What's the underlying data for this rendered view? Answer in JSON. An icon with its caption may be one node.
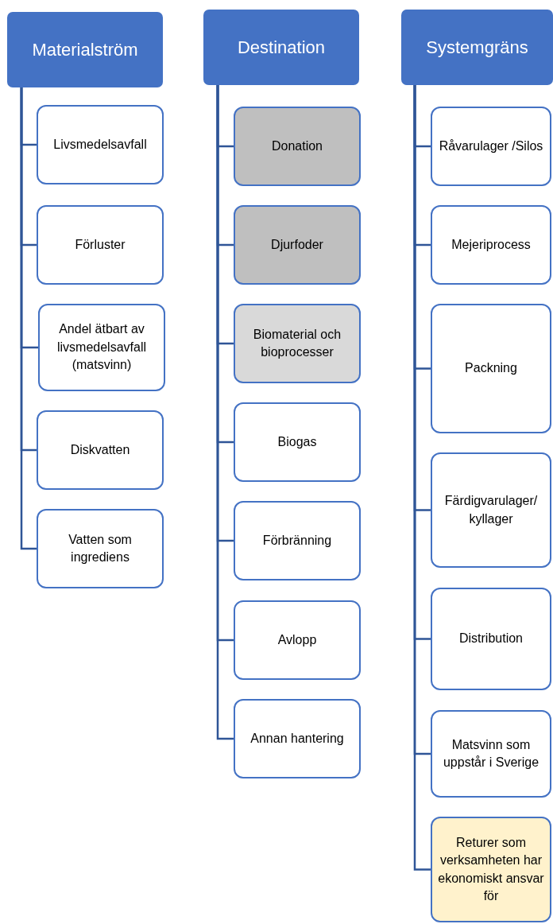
{
  "diagram": {
    "nodes": [
      {
        "text": [
          "Materialström"
        ]
      },
      {
        "text": [
          "Livsmedelsavfall"
        ]
      },
      {
        "text": [
          "Förluster"
        ]
      },
      {
        "text": [
          "Andel ätbart av livsmedelsavfall (matsvinn)"
        ]
      },
      {
        "text": [
          "Diskvatten"
        ]
      },
      {
        "text": [
          "Vatten som ingrediens"
        ]
      },
      {
        "text": [
          "Destination"
        ]
      },
      {
        "text": [
          "Donation"
        ]
      },
      {
        "text": [
          "Djurfoder"
        ]
      },
      {
        "text": [
          "Biomaterial och bioprocesser"
        ]
      },
      {
        "text": [
          "Biogas"
        ]
      },
      {
        "text": [
          "Förbränning"
        ]
      },
      {
        "text": [
          "Avlopp"
        ]
      },
      {
        "text": [
          "Annan hantering"
        ]
      },
      {
        "text": [
          "Systemgräns"
        ]
      },
      {
        "text": [
          "Råvarulager /Silos"
        ]
      },
      {
        "text": [
          "Mejeriprocess"
        ]
      },
      {
        "text": [
          "Packning"
        ]
      },
      {
        "text": [
          "Färdigvarulager/ kyllager"
        ]
      },
      {
        "text": [
          "Distribution"
        ]
      },
      {
        "text": [
          "Matsvinn som uppstår i Sverige"
        ]
      },
      {
        "text": [
          "Returer som verksamheten har ekonomiskt ansvar för"
        ]
      }
    ],
    "edges": [
      {
        "from": 0,
        "to": 1,
        "arrow": "none"
      },
      {
        "from": 0,
        "to": 2,
        "arrow": "none"
      },
      {
        "from": 0,
        "to": 3,
        "arrow": "none"
      },
      {
        "from": 0,
        "to": 4,
        "arrow": "none"
      },
      {
        "from": 0,
        "to": 5,
        "arrow": "none"
      },
      {
        "from": 6,
        "to": 7,
        "arrow": "none"
      },
      {
        "from": 6,
        "to": 8,
        "arrow": "none"
      },
      {
        "from": 6,
        "to": 9,
        "arrow": "none"
      },
      {
        "from": 6,
        "to": 10,
        "arrow": "none"
      },
      {
        "from": 6,
        "to": 11,
        "arrow": "none"
      },
      {
        "from": 6,
        "to": 12,
        "arrow": "none"
      },
      {
        "from": 6,
        "to": 13,
        "arrow": "none"
      },
      {
        "from": 14,
        "to": 15,
        "arrow": "none"
      },
      {
        "from": 14,
        "to": 16,
        "arrow": "none"
      },
      {
        "from": 14,
        "to": 17,
        "arrow": "none"
      },
      {
        "from": 14,
        "to": 18,
        "arrow": "none"
      },
      {
        "from": 14,
        "to": 19,
        "arrow": "none"
      },
      {
        "from": 14,
        "to": 20,
        "arrow": "none"
      },
      {
        "from": 14,
        "to": 21,
        "arrow": "none"
      }
    ]
  }
}
